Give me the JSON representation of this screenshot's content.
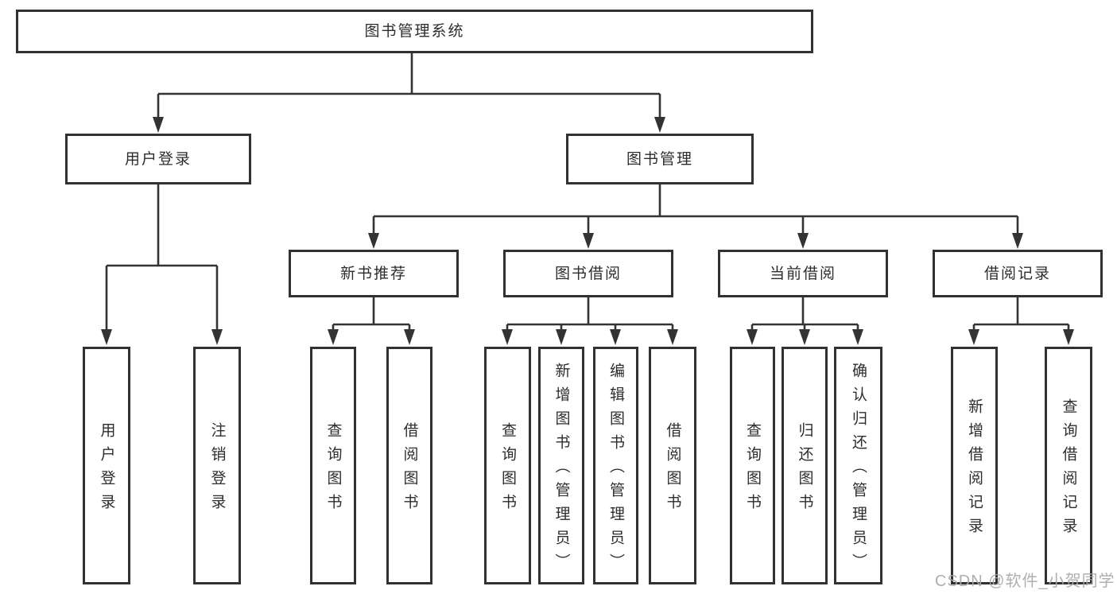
{
  "colors": {
    "line": "#333333",
    "box_border": "#313131",
    "text": "#2d2d2d",
    "watermark": "#a8a8a8",
    "background": "#ffffff"
  },
  "watermark": {
    "text": "CSDN @软件_小贺同学"
  },
  "diagram": {
    "type": "hierarchy-flowchart",
    "root_label": "图书管理系统",
    "branches": [
      {
        "label": "用户登录",
        "children": [
          {
            "label": "用户登录"
          },
          {
            "label": "注销登录"
          }
        ]
      },
      {
        "label": "图书管理",
        "children": [
          {
            "label": "新书推荐",
            "children": [
              {
                "label": "查询图书"
              },
              {
                "label": "借阅图书"
              }
            ]
          },
          {
            "label": "图书借阅",
            "children": [
              {
                "label": "查询图书"
              },
              {
                "label": "新增图书（管理员）"
              },
              {
                "label": "编辑图书（管理员）"
              },
              {
                "label": "借阅图书"
              }
            ]
          },
          {
            "label": "当前借阅",
            "children": [
              {
                "label": "查询图书"
              },
              {
                "label": "归还图书"
              },
              {
                "label": "确认归还（管理员）"
              }
            ]
          },
          {
            "label": "借阅记录",
            "children": [
              {
                "label": "新增借阅记录"
              },
              {
                "label": "查询借阅记录"
              }
            ]
          }
        ]
      }
    ]
  }
}
